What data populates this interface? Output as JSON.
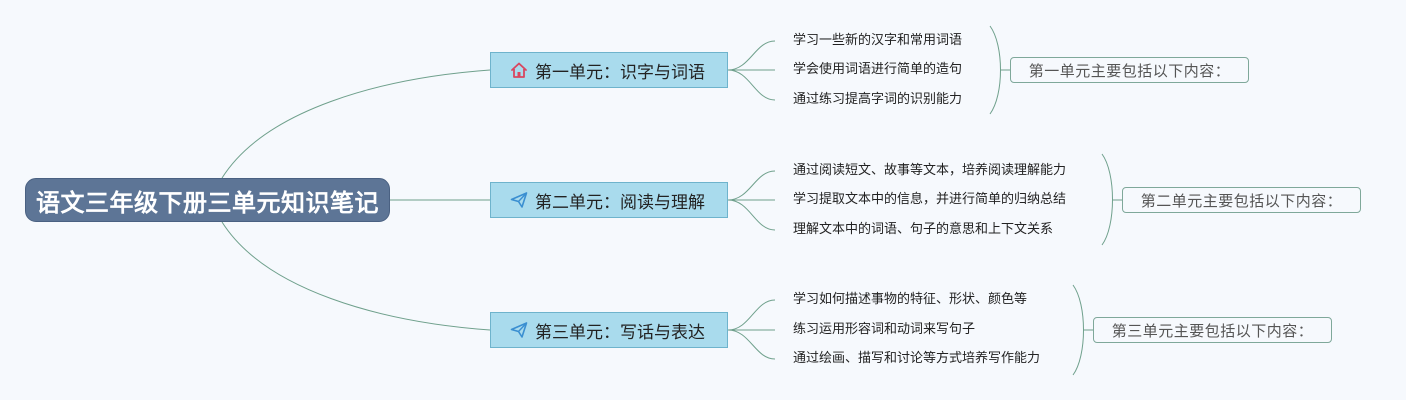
{
  "root": {
    "label": "语文三年级下册三单元知识笔记"
  },
  "topics": [
    {
      "label": "第一单元：识字与词语",
      "icon": "home-icon",
      "items": [
        "学习一些新的汉字和常用词语",
        "学会使用词语进行简单的造句",
        "通过练习提高字词的识别能力"
      ],
      "summary": "第一单元主要包括以下内容："
    },
    {
      "label": "第二单元：阅读与理解",
      "icon": "paper-plane-icon",
      "items": [
        "通过阅读短文、故事等文本，培养阅读理解能力",
        "学习提取文本中的信息，并进行简单的归纳总结",
        "理解文本中的词语、句子的意思和上下文关系"
      ],
      "summary": "第二单元主要包括以下内容："
    },
    {
      "label": "第三单元：写话与表达",
      "icon": "paper-plane-icon",
      "items": [
        "学习如何描述事物的特征、形状、颜色等",
        "练习运用形容词和动词来写句子",
        "通过绘画、描写和讨论等方式培养写作能力"
      ],
      "summary": "第三单元主要包括以下内容："
    }
  ],
  "colors": {
    "root_bg": "#5d7596",
    "topic_bg": "#a9dbed",
    "line": "#6fa08c",
    "home_icon": "#d9455f",
    "plane_icon": "#3a8fd1"
  }
}
